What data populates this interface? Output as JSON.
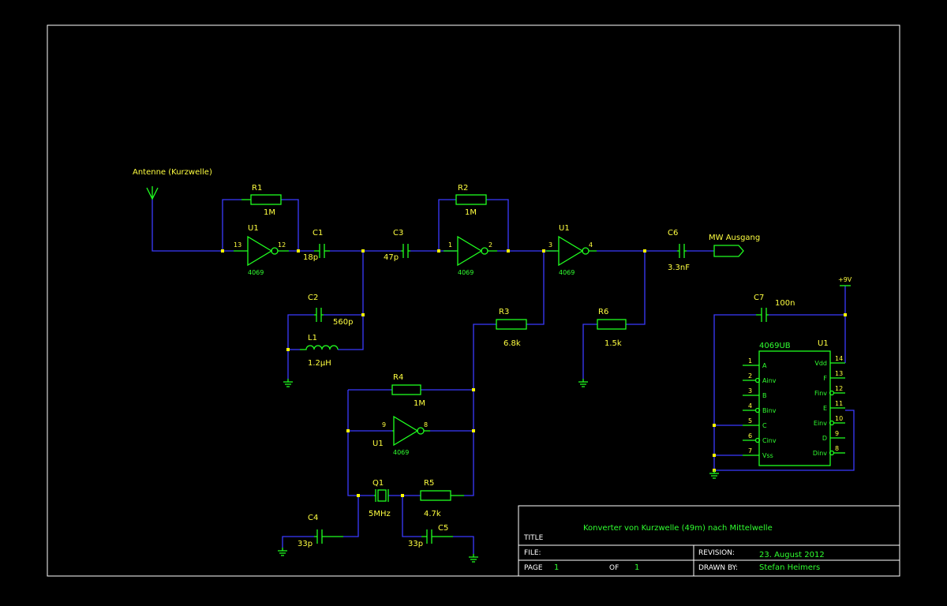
{
  "antenna_label": "Antenne (Kurzwelle)",
  "output_label": "MW Ausgang",
  "supply_label": "+9V",
  "components": {
    "r1": {
      "ref": "R1",
      "value": "1M"
    },
    "r2": {
      "ref": "R2",
      "value": "1M"
    },
    "r3": {
      "ref": "R3",
      "value": "6.8k"
    },
    "r4": {
      "ref": "R4",
      "value": "1M"
    },
    "r5": {
      "ref": "R5",
      "value": "4.7k"
    },
    "r6": {
      "ref": "R6",
      "value": "1.5k"
    },
    "c1": {
      "ref": "C1",
      "value": "18p"
    },
    "c2": {
      "ref": "C2",
      "value": "560p"
    },
    "c3": {
      "ref": "C3",
      "value": "47p"
    },
    "c4": {
      "ref": "C4",
      "value": "33p"
    },
    "c5": {
      "ref": "C5",
      "value": "33p"
    },
    "c6": {
      "ref": "C6",
      "value": "3.3nF"
    },
    "c7": {
      "ref": "C7",
      "value": "100n"
    },
    "l1": {
      "ref": "L1",
      "value": "1.2µH"
    },
    "q1": {
      "ref": "Q1",
      "value": "5MHz"
    }
  },
  "inverters": [
    {
      "ref": "U1",
      "part": "4069",
      "pin_in": "13",
      "pin_out": "12"
    },
    {
      "ref": "",
      "part": "4069",
      "pin_in": "1",
      "pin_out": "2"
    },
    {
      "ref": "U1",
      "part": "4069",
      "pin_in": "3",
      "pin_out": "4"
    },
    {
      "ref": "U1",
      "part": "4069",
      "pin_in": "9",
      "pin_out": "8"
    }
  ],
  "ic": {
    "part": "4069UB",
    "ref": "U1",
    "left_pins": [
      {
        "num": "1",
        "name": "A"
      },
      {
        "num": "2",
        "name": "Ainv"
      },
      {
        "num": "3",
        "name": "B"
      },
      {
        "num": "4",
        "name": "Binv"
      },
      {
        "num": "5",
        "name": "C"
      },
      {
        "num": "6",
        "name": "Cinv"
      },
      {
        "num": "7",
        "name": "Vss"
      }
    ],
    "right_pins": [
      {
        "num": "14",
        "name": "Vdd"
      },
      {
        "num": "13",
        "name": "F"
      },
      {
        "num": "12",
        "name": "Finv"
      },
      {
        "num": "11",
        "name": "E"
      },
      {
        "num": "10",
        "name": "Einv"
      },
      {
        "num": "9",
        "name": "D"
      },
      {
        "num": "8",
        "name": "Dinv"
      }
    ]
  },
  "title_block": {
    "title_label": "TITLE",
    "title": "Konverter von Kurzwelle (49m) nach Mittelwelle",
    "file_label": "FILE:",
    "revision_label": "REVISION:",
    "revision": "23. August 2012",
    "page_label": "PAGE",
    "page": "1",
    "of_label": "OF",
    "of": "1",
    "drawn_label": "DRAWN BY:",
    "drawn_by": "Stefan Heimers"
  },
  "colors": {
    "background": "#000000",
    "wire": "#3a3aff",
    "component": "#20ff20",
    "label": "#ffff40",
    "junction": "#ffff00",
    "frame": "#ffffff"
  }
}
